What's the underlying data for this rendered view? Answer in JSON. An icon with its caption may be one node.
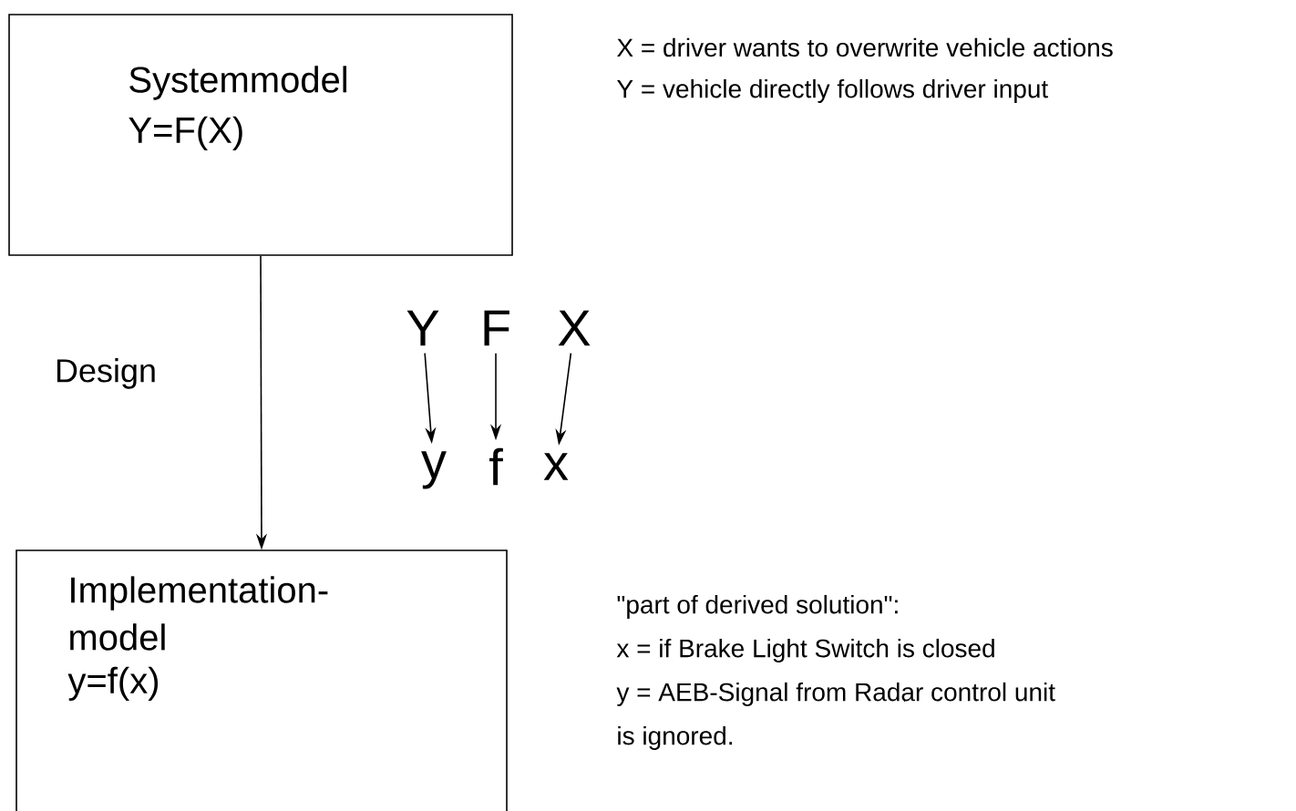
{
  "diagram": {
    "nodes": [
      {
        "text": [
          "Systemmodel",
          "Y=F(X)"
        ]
      },
      {
        "text": [
          "Implementation-model",
          "y=f(x)"
        ]
      },
      {
        "text": [
          "Y"
        ]
      },
      {
        "text": [
          "F"
        ]
      },
      {
        "text": [
          "X"
        ]
      },
      {
        "text": [
          "y"
        ]
      },
      {
        "text": [
          "f"
        ]
      },
      {
        "text": [
          "x"
        ]
      }
    ],
    "edges": [
      {
        "from": 0,
        "to": 1,
        "arrow": "to",
        "label": "Design"
      },
      {
        "from": 2,
        "to": 5,
        "arrow": "to"
      },
      {
        "from": 3,
        "to": 6,
        "arrow": "to"
      },
      {
        "from": 4,
        "to": 7,
        "arrow": "to"
      }
    ],
    "labels": [
      "X = driver wants to overwrite vehicle actions",
      "Y = vehicle directly follows driver input",
      "\"part of derived solution\":",
      "x = if Brake Light Switch is closed",
      "y = AEB-Signal from Radar control unit",
      "is ignored."
    ]
  }
}
